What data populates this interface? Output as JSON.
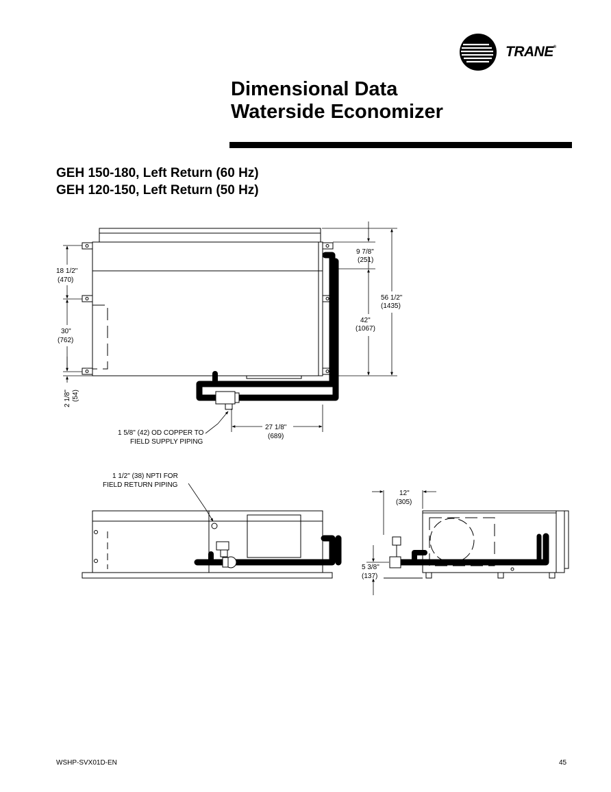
{
  "header": {
    "brand": "TRANE",
    "title_line1": "Dimensional Data",
    "title_line2": "Waterside Economizer"
  },
  "section": {
    "subtitle_line1": "GEH 150-180, Left Return (60 Hz)",
    "subtitle_line2": "GEH 120-150, Left Return (50 Hz)"
  },
  "dimensions": {
    "d_9_7_8": "9 7/8\"",
    "d_251": "(251)",
    "d_56_1_2": "56 1/2\"",
    "d_1435": "(1435)",
    "d_42": "42\"",
    "d_1067": "(1067)",
    "d_18_1_2": "18 1/2\"",
    "d_470": "(470)",
    "d_30": "30\"",
    "d_762": "(762)",
    "d_2_1_8": "2 1/8\"",
    "d_54": "(54)",
    "d_27_1_8": "27 1/8\"",
    "d_689": "(689)",
    "d_12": "12\"",
    "d_305": "(305)",
    "d_5_3_8": "5 3/8\"",
    "d_137": "(137)"
  },
  "callouts": {
    "supply_line1": "1 5/8\" (42) OD COPPER TO",
    "supply_line2": "FIELD SUPPLY PIPING",
    "return_line1": "1 1/2\" (38) NPTI FOR",
    "return_line2": "FIELD RETURN PIPING"
  },
  "footer": {
    "doc_id": "WSHP-SVX01D-EN",
    "page_number": "45"
  }
}
